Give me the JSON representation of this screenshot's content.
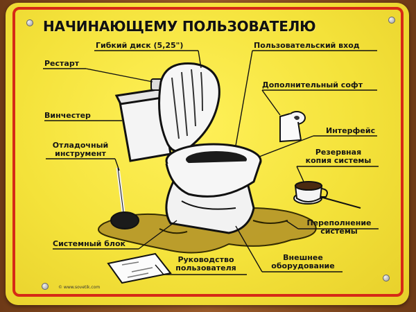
{
  "sign": {
    "title": "НАЧИНАЮЩЕМУ ПОЛЬЗОВАТЕЛЮ",
    "labels": {
      "restart": "Рестарт",
      "floppy": "Гибкий диск (5,25\")",
      "user_login": "Пользовательский вход",
      "extra_soft": "Дополнительный софт",
      "hdd": "Винчестер",
      "interface": "Интерфейс",
      "debug_line1": "Отладочный",
      "debug_line2": "инструмент",
      "backup_line1": "Резервная",
      "backup_line2": "копия системы",
      "overflow_line1": "Переполнение",
      "overflow_line2": "системы",
      "system_unit": "Системный блок",
      "manual_line1": "Руководство",
      "manual_line2": "пользователя",
      "external_line1": "Внешнее",
      "external_line2": "оборудование"
    },
    "copyright": "© www.sovetik.com",
    "colors": {
      "background": "#f4e23a",
      "border": "#d62a16",
      "text": "#151515"
    }
  }
}
